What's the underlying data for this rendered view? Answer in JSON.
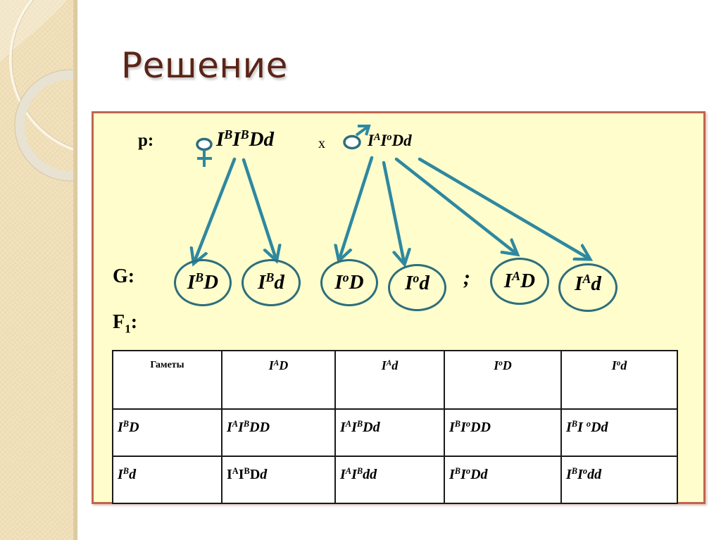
{
  "slide": {
    "title": "Решение",
    "colors": {
      "title": "#5a2418",
      "box_background": "#fffdcc",
      "box_border": "#c0654f",
      "arrow": "#2e88a0",
      "ellipse": "#2e6e7c",
      "side_panel": "#f0dfb8"
    }
  },
  "parents": {
    "label": "p:",
    "female": {
      "symbol_icon": "female-venus-icon",
      "genotype": {
        "a1": "I",
        "s1": "B",
        "a2": "I",
        "s2": "B",
        "rest": "Dd"
      }
    },
    "cross_sign": "x",
    "male": {
      "symbol_icon": "male-mars-icon",
      "genotype": {
        "a1": "I",
        "s1": "A",
        "a2": "I",
        "s2": "o",
        "rest": "Dd"
      }
    }
  },
  "gametes": {
    "label": "G:",
    "separator": ";",
    "items": [
      {
        "base": "I",
        "sup": "B",
        "rest": "D"
      },
      {
        "base": "I",
        "sup": "B",
        "rest": "d"
      },
      {
        "base": "I",
        "sup": "o",
        "rest": "D"
      },
      {
        "base": "I",
        "sup": "o",
        "rest": "d"
      },
      {
        "base": "I",
        "sup": "A",
        "rest": "D"
      },
      {
        "base": "I",
        "sup": "A",
        "rest": "d"
      }
    ]
  },
  "f1": {
    "label_main": "F",
    "label_sub": "1",
    "label_colon": ":"
  },
  "table": {
    "corner": "Гаметы",
    "columns": [
      {
        "base": "I",
        "sup": "A",
        "rest": "D"
      },
      {
        "base": "I",
        "sup": "A",
        "rest": "d"
      },
      {
        "base": "I",
        "sup": "o",
        "rest": "D"
      },
      {
        "base": "I",
        "sup": "o",
        "rest": "d"
      }
    ],
    "rows": [
      {
        "header": {
          "base": "I",
          "sup": "B",
          "rest": "D"
        },
        "cells": [
          {
            "a": "I",
            "sa": "A",
            "b": "I",
            "sb": "B",
            "rest": "DD"
          },
          {
            "a": "I",
            "sa": "A",
            "b": "I",
            "sb": "B",
            "rest": "Dd"
          },
          {
            "a": "I",
            "sa": "B",
            "b": "I",
            "sb": "o",
            "rest": "DD"
          },
          {
            "a": "I",
            "sa": "B",
            "b": "I ",
            "sb": "o",
            "rest": "Dd"
          }
        ]
      },
      {
        "header": {
          "base": "I",
          "sup": "B",
          "rest": "d"
        },
        "cells": [
          {
            "a": "I",
            "sa": "A",
            "b": "I",
            "sb": "B",
            "rest_upright": "D",
            "rest": "d"
          },
          {
            "a": "I",
            "sa": "A",
            "b": "I",
            "sb": "B",
            "rest": "dd"
          },
          {
            "a": "I",
            "sa": "B",
            "b": "I",
            "sb": "o",
            "rest": "Dd"
          },
          {
            "a": "I",
            "sa": "B",
            "b": "I",
            "sb": "o",
            "rest": "dd"
          }
        ]
      }
    ]
  }
}
